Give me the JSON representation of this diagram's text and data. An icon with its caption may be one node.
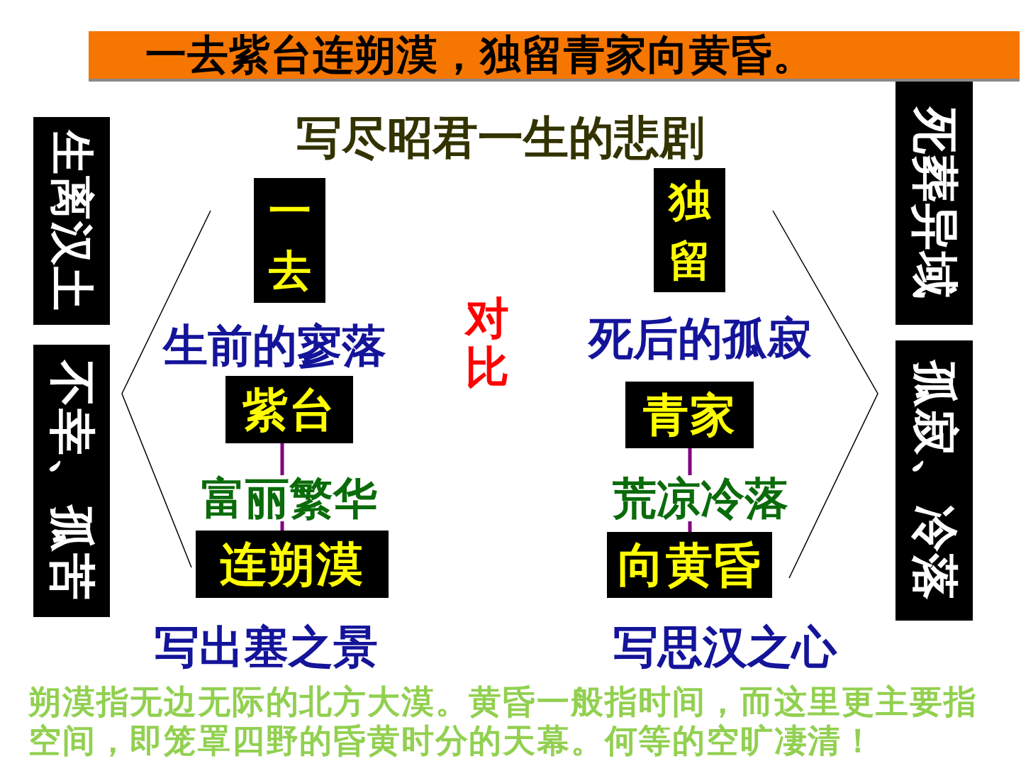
{
  "diagram": {
    "title": "一去紫台连朔漠，独留青家向黄昏。",
    "nodes": [
      {
        "text": [
          "生离汉土"
        ]
      },
      {
        "text": [
          "一去"
        ]
      },
      {
        "text": [
          "独留"
        ]
      },
      {
        "text": [
          "死葬异域"
        ]
      },
      {
        "text": [
          "不幸、孤苦"
        ]
      },
      {
        "text": [
          "紫台"
        ]
      },
      {
        "text": [
          "青家"
        ]
      },
      {
        "text": [
          "孤寂、冷落"
        ]
      },
      {
        "text": [
          "连朔漠"
        ]
      },
      {
        "text": [
          "向黄昏"
        ]
      }
    ],
    "edges": [
      {
        "from": 5,
        "to": 8,
        "arrow": "none",
        "label": "富丽繁华"
      },
      {
        "from": 6,
        "to": 9,
        "arrow": "none",
        "label": "荒凉冷落"
      }
    ],
    "labels": [
      "写尽昭君一生的悲剧",
      "生前的寥落",
      "对比",
      "死后的孤寂",
      "写出塞之景",
      "写思汉之心",
      "朔漠指无边无际的北方大漠。黄昏一般指时间，而这里更主要指空间，即笼罩四野的昏黄时分的天幕。何等的空旷凄清！"
    ]
  }
}
